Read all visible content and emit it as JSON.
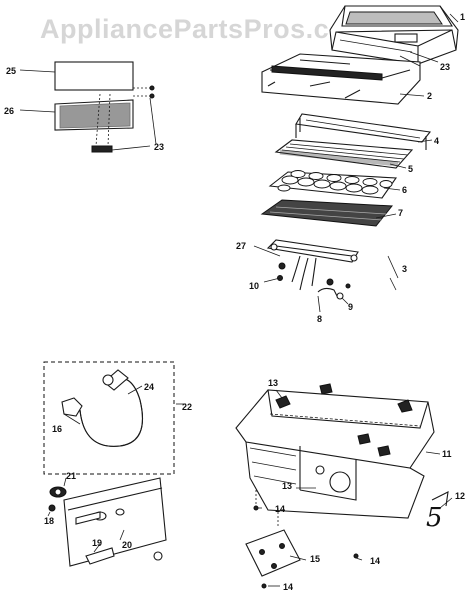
{
  "watermark": "AppliancePartsPros.com",
  "parts": [
    {
      "id": "p1",
      "label": "1"
    },
    {
      "id": "p2",
      "label": "2"
    },
    {
      "id": "p3",
      "label": "3"
    },
    {
      "id": "p4",
      "label": "4"
    },
    {
      "id": "p5",
      "label": "5"
    },
    {
      "id": "p6",
      "label": "6"
    },
    {
      "id": "p7",
      "label": "7"
    },
    {
      "id": "p8",
      "label": "8"
    },
    {
      "id": "p9",
      "label": "9"
    },
    {
      "id": "p10",
      "label": "10"
    },
    {
      "id": "p11",
      "label": "11"
    },
    {
      "id": "p12",
      "label": "12"
    },
    {
      "id": "p13a",
      "label": "13"
    },
    {
      "id": "p13b",
      "label": "13"
    },
    {
      "id": "p14a",
      "label": "14"
    },
    {
      "id": "p14b",
      "label": "14"
    },
    {
      "id": "p14c",
      "label": "14"
    },
    {
      "id": "p15",
      "label": "15"
    },
    {
      "id": "p16",
      "label": "16"
    },
    {
      "id": "p18",
      "label": "18"
    },
    {
      "id": "p19",
      "label": "19"
    },
    {
      "id": "p20",
      "label": "20"
    },
    {
      "id": "p21",
      "label": "21"
    },
    {
      "id": "p22",
      "label": "22"
    },
    {
      "id": "p23a",
      "label": "23"
    },
    {
      "id": "p23b",
      "label": "23"
    },
    {
      "id": "p24",
      "label": "24"
    },
    {
      "id": "p25",
      "label": "25"
    },
    {
      "id": "p26",
      "label": "26"
    },
    {
      "id": "p27",
      "label": "27"
    }
  ],
  "handwritten_mark": "5"
}
